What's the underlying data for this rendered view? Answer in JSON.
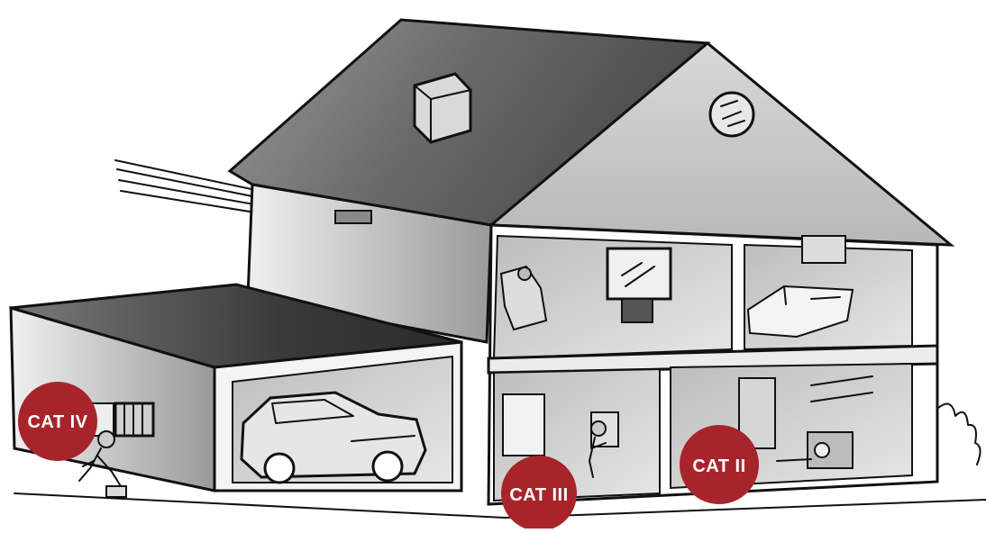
{
  "badges": {
    "cat_iv": "CAT IV",
    "cat_iii": "CAT III",
    "cat_ii": "CAT II"
  },
  "colors": {
    "badge": "#a8242b",
    "ink": "#111111"
  }
}
